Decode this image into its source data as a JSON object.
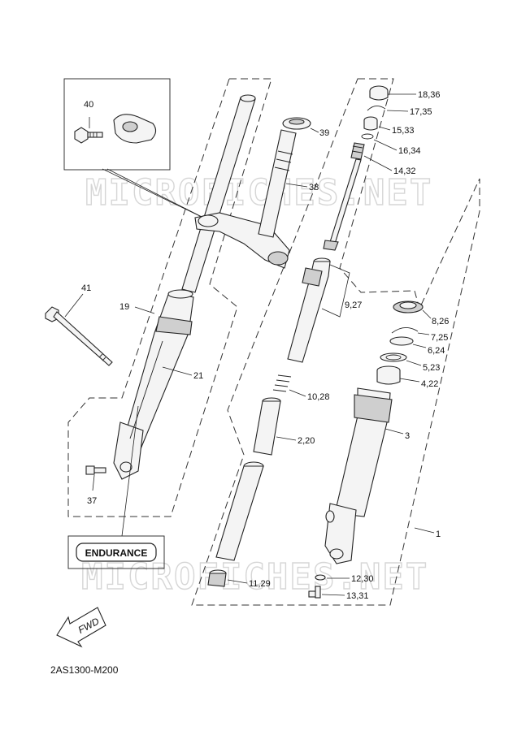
{
  "watermark": "MICROFICHES.NET",
  "diagram_code": "2AS1300-M200",
  "endurance_label": "ENDURANCE",
  "fwd_label": "FWD",
  "callouts": {
    "c40": "40",
    "c41": "41",
    "c19": "19",
    "c21": "21",
    "c37": "37",
    "c39": "39",
    "c38": "38",
    "c18_36": "18,36",
    "c17_35": "17,35",
    "c15_33": "15,33",
    "c16_34": "16,34",
    "c14_32": "14,32",
    "c9_27": "9,27",
    "c10_28": "10,28",
    "c2_20": "2,20",
    "c11_29": "11,29",
    "c8_26": "8,26",
    "c7_25": "7,25",
    "c6_24": "6,24",
    "c5_23": "5,23",
    "c4_22": "4,22",
    "c3": "3",
    "c1": "1",
    "c12_30": "12,30",
    "c13_31": "13,31"
  }
}
